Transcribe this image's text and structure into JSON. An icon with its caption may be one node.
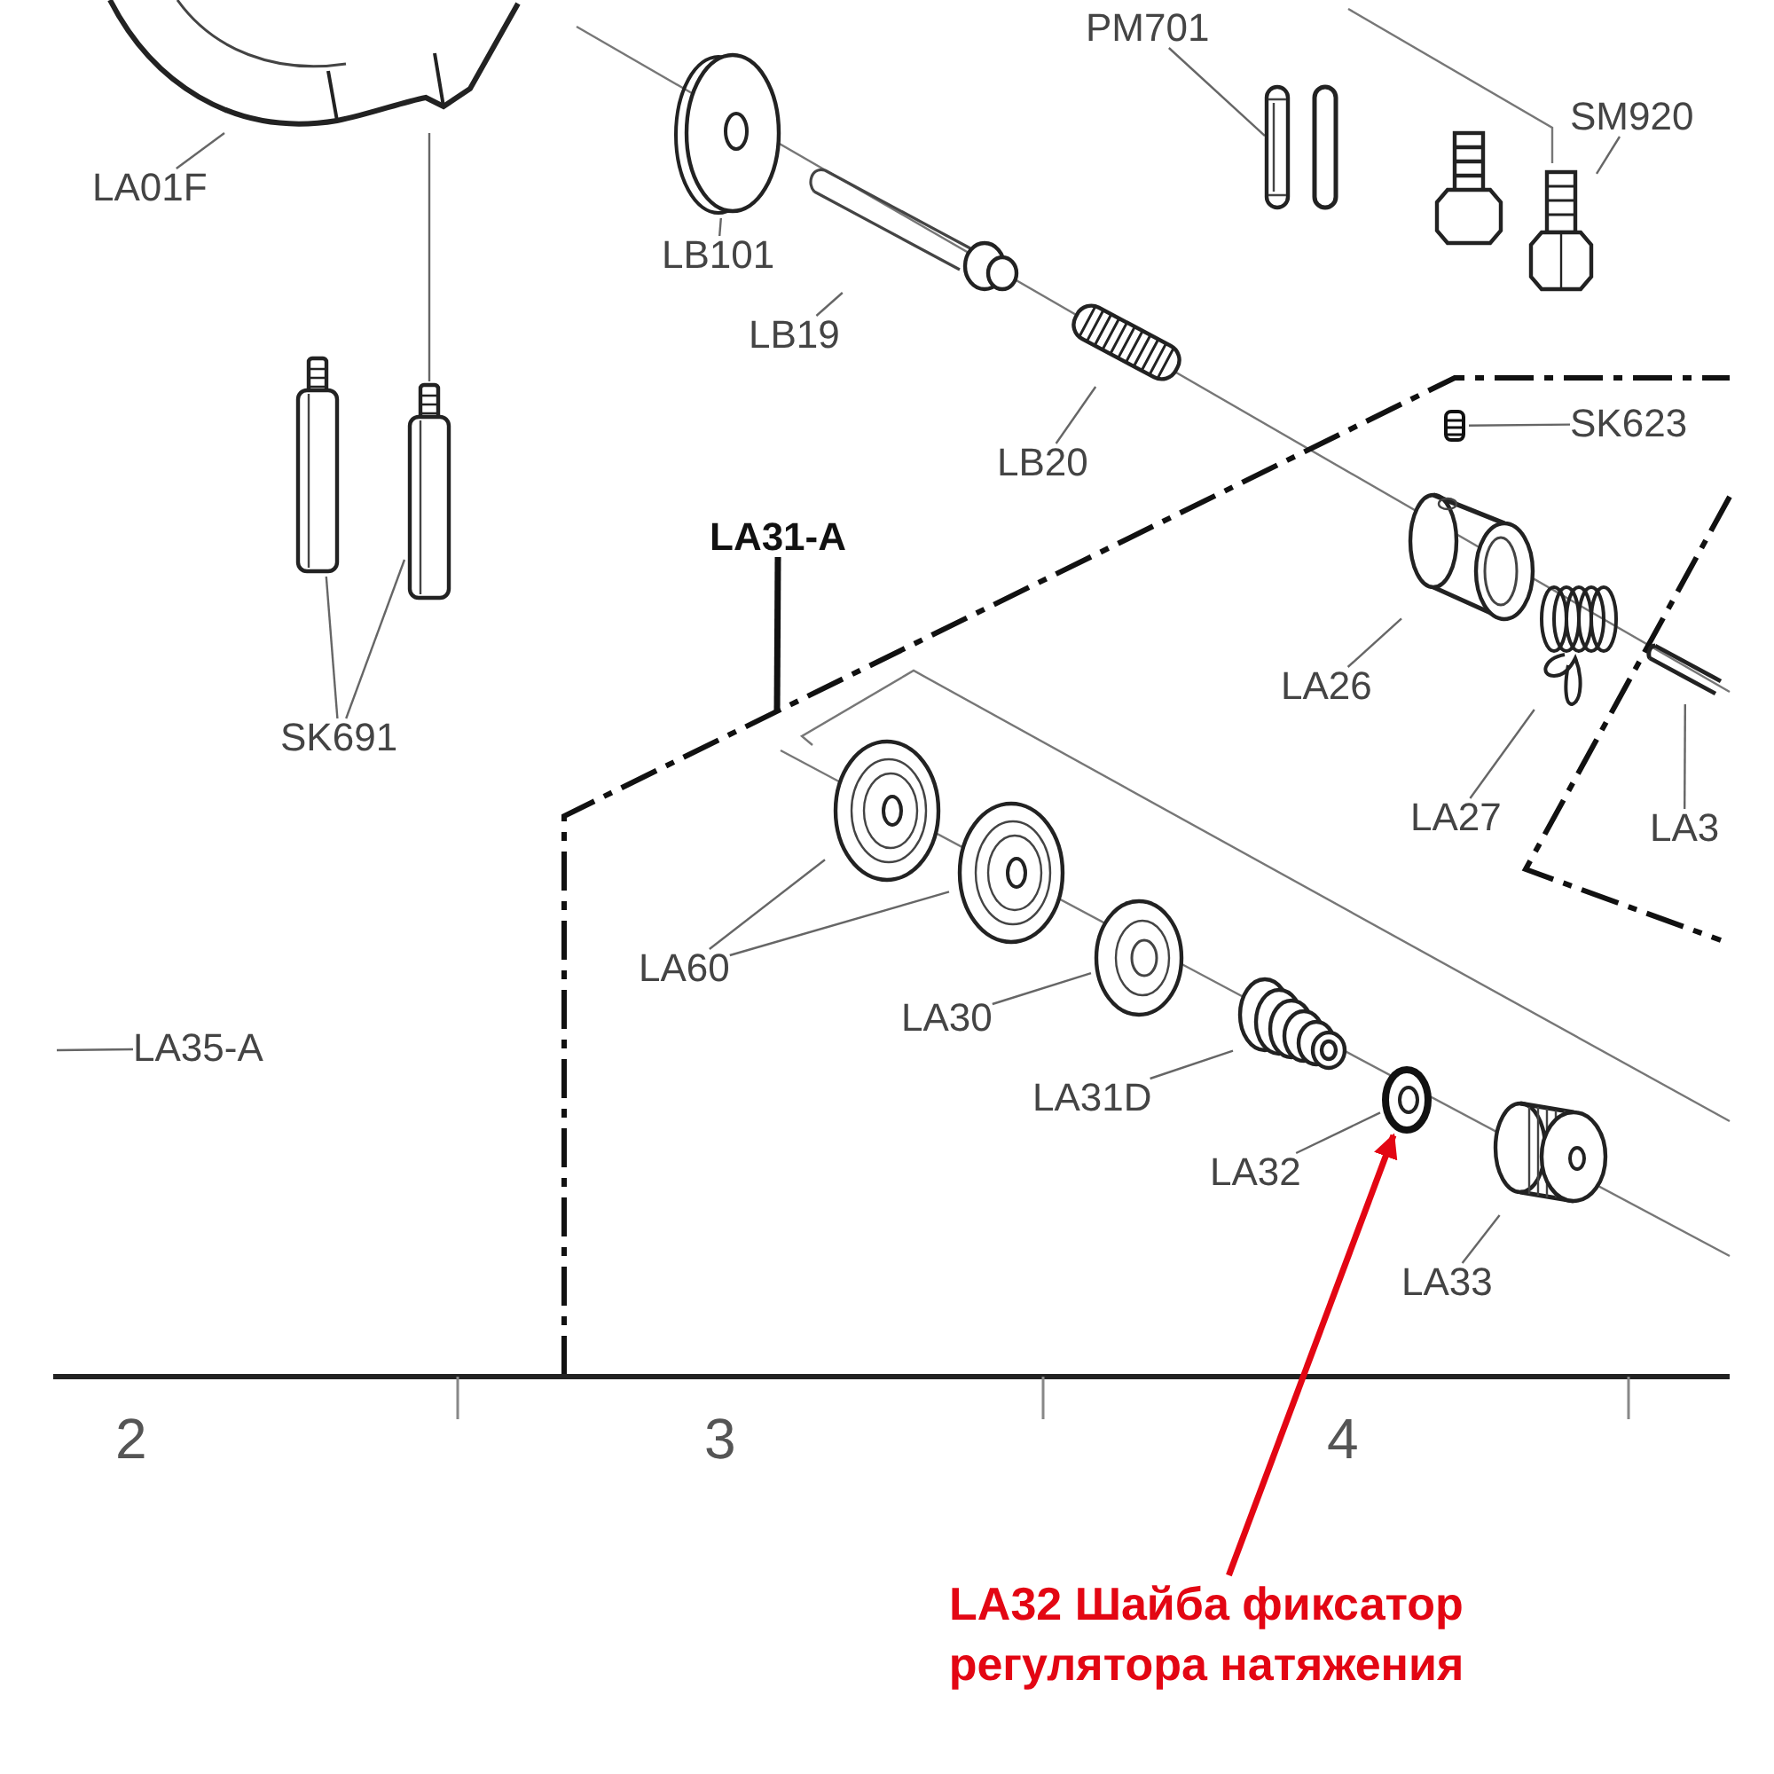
{
  "diagram": {
    "nodes": [
      {
        "text": [
          "LA01F"
        ]
      },
      {
        "text": [],
        "shape": "picture"
      },
      {
        "text": [
          "PM701"
        ]
      },
      {
        "text": [],
        "shape": "picture"
      },
      {
        "text": [
          "SM920"
        ]
      },
      {
        "text": [],
        "shape": "picture"
      },
      {
        "text": [
          "LB101"
        ]
      },
      {
        "text": [],
        "shape": "picture"
      },
      {
        "text": [
          "LB19"
        ]
      },
      {
        "text": [],
        "shape": "picture"
      },
      {
        "text": [
          "LB20"
        ]
      },
      {
        "text": [],
        "shape": "picture"
      },
      {
        "text": [
          "SK623"
        ]
      },
      {
        "text": [],
        "shape": "picture"
      },
      {
        "text": [
          "LA31-A"
        ]
      },
      {
        "text": [
          "SK691"
        ]
      },
      {
        "text": [],
        "shape": "picture"
      },
      {
        "text": [],
        "shape": "picture"
      },
      {
        "text": [
          "LA26"
        ]
      },
      {
        "text": [],
        "shape": "picture"
      },
      {
        "text": [
          "LA27"
        ]
      },
      {
        "text": [],
        "shape": "picture"
      },
      {
        "text": [
          "LA3"
        ]
      },
      {
        "text": [],
        "shape": "picture"
      },
      {
        "text": [
          "LA60"
        ]
      },
      {
        "text": [],
        "shape": "picture"
      },
      {
        "text": [],
        "shape": "picture"
      },
      {
        "text": [
          "LA35-A"
        ]
      },
      {
        "text": [
          "LA30"
        ]
      },
      {
        "text": [],
        "shape": "picture"
      },
      {
        "text": [
          "LA31D"
        ]
      },
      {
        "text": [],
        "shape": "picture"
      },
      {
        "text": [
          "LA32"
        ]
      },
      {
        "text": [],
        "shape": "picture"
      },
      {
        "text": [
          "LA33"
        ]
      },
      {
        "text": [],
        "shape": "picture"
      },
      {
        "text": [
          "LA32 Шайба фиксатор регулятора натяжения"
        ]
      }
    ],
    "edges": [
      {
        "from": 0,
        "to": 1,
        "arrow": "none"
      },
      {
        "from": 2,
        "to": 3,
        "arrow": "none"
      },
      {
        "from": 4,
        "to": 5,
        "arrow": "none"
      },
      {
        "from": 6,
        "to": 7,
        "arrow": "none"
      },
      {
        "from": 8,
        "to": 9,
        "arrow": "none"
      },
      {
        "from": 10,
        "to": 11,
        "arrow": "none"
      },
      {
        "from": 12,
        "to": 13,
        "arrow": "none"
      },
      {
        "from": 14,
        "to": null,
        "arrow": "none",
        "style": "thick",
        "color": "#111111"
      },
      {
        "from": 15,
        "to": 16,
        "arrow": "none"
      },
      {
        "from": 15,
        "to": 17,
        "arrow": "none"
      },
      {
        "from": 18,
        "to": 19,
        "arrow": "none"
      },
      {
        "from": 20,
        "to": 21,
        "arrow": "none"
      },
      {
        "from": 22,
        "to": 23,
        "arrow": "none"
      },
      {
        "from": 24,
        "to": 25,
        "arrow": "none"
      },
      {
        "from": 24,
        "to": 26,
        "arrow": "none"
      },
      {
        "from": 27,
        "to": null,
        "arrow": "none"
      },
      {
        "from": 28,
        "to": 29,
        "arrow": "none"
      },
      {
        "from": 30,
        "to": 31,
        "arrow": "none"
      },
      {
        "from": 32,
        "to": 33,
        "arrow": "none"
      },
      {
        "from": 34,
        "to": 35,
        "arrow": "none"
      },
      {
        "from": 36,
        "to": 33,
        "arrow": "to",
        "style": "thick",
        "color": "#e30613"
      },
      {
        "from": 1,
        "to": 17,
        "arrow": "none"
      }
    ],
    "labels": [
      "2",
      "3",
      "4"
    ]
  }
}
